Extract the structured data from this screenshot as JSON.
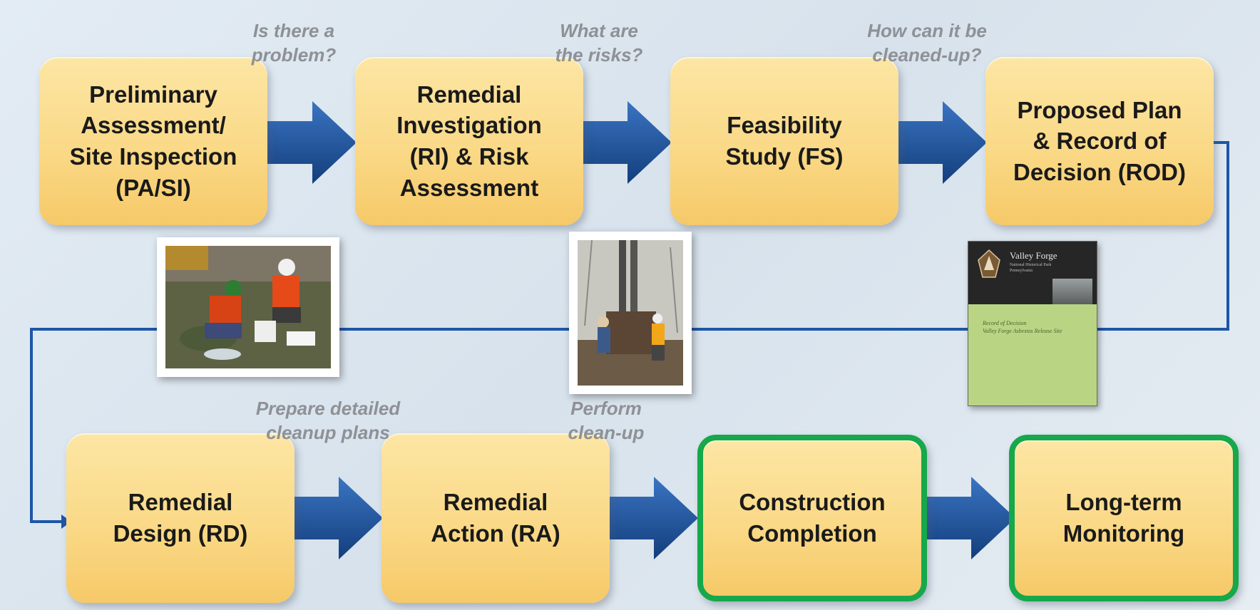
{
  "colors": {
    "box_fill": "#fad987",
    "arrow": "#1b4f9a",
    "connector": "#1d56a6",
    "highlight_border": "#16a84a",
    "question_text": "#8e9196"
  },
  "steps": [
    {
      "label": "Preliminary\nAssessment/\nSite Inspection\n(PA/SI)",
      "highlighted": false
    },
    {
      "label": "Remedial\nInvestigation\n(RI) & Risk\nAssessment",
      "highlighted": false
    },
    {
      "label": "Feasibility\nStudy (FS)",
      "highlighted": false
    },
    {
      "label": "Proposed Plan\n& Record of\nDecision (ROD)",
      "highlighted": false
    },
    {
      "label": "Remedial\nDesign (RD)",
      "highlighted": false
    },
    {
      "label": "Remedial\nAction (RA)",
      "highlighted": false
    },
    {
      "label": "Construction\nCompletion",
      "highlighted": true
    },
    {
      "label": "Long-term\nMonitoring",
      "highlighted": true
    }
  ],
  "questions": [
    "Is there a\nproblem?",
    "What are\nthe risks?",
    "How can it be\ncleaned-up?",
    "Prepare detailed\ncleanup plans",
    "Perform\nclean-up"
  ],
  "document": {
    "title": "Valley Forge",
    "subtitle": "National Historical Park\nPennsylvania",
    "body": "Record of Decision\nValley Forge Asbestos Release Site"
  }
}
